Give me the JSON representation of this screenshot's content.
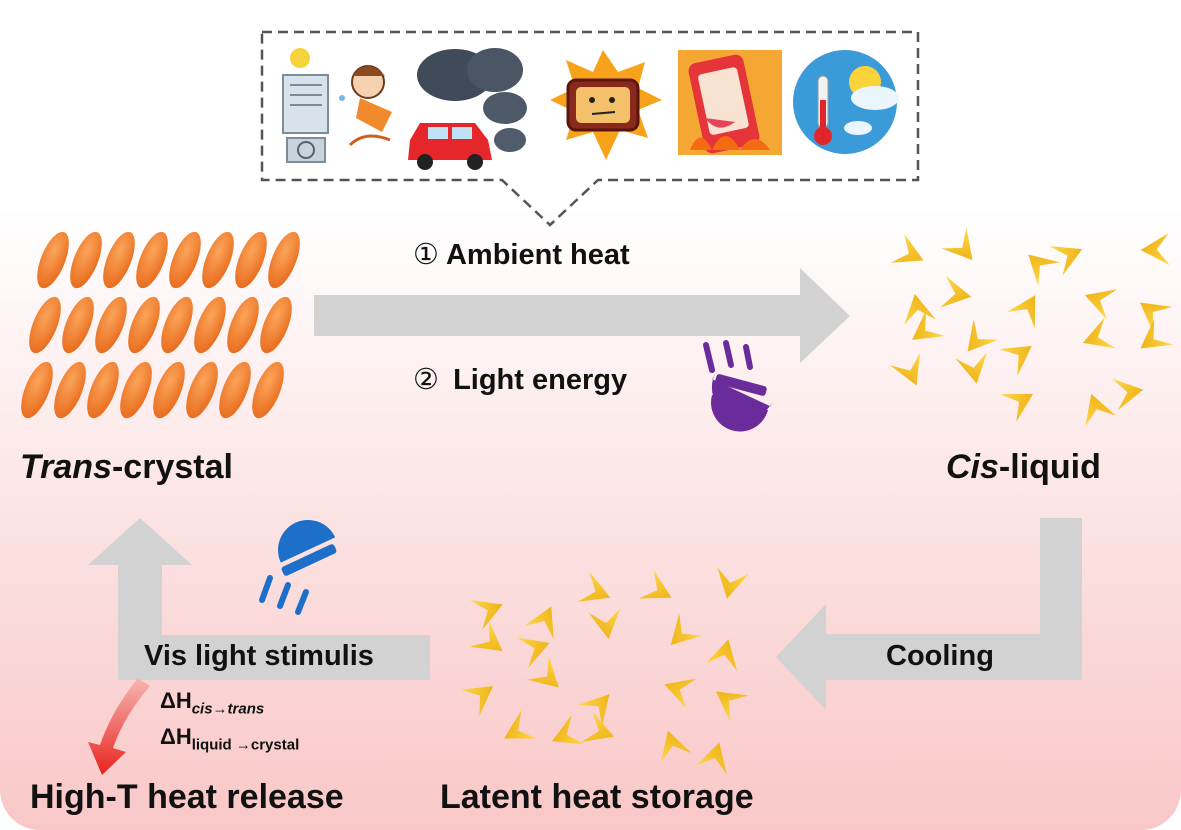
{
  "labels": {
    "ambient_num": "①",
    "ambient_text": "Ambient heat",
    "light_num": "②",
    "light_text": "Light energy",
    "trans_italic": "Trans",
    "trans_rest": "-crystal",
    "cis_italic": "Cis",
    "cis_rest": "-liquid",
    "cooling": "Cooling",
    "vis_light": "Vis light stimulis",
    "dh1_delta": "ΔH",
    "dh1_sub": "cis→trans",
    "dh2_delta": "ΔH",
    "dh2_sub": "liquid →crystal",
    "high_t": "High-T heat release",
    "latent": "Latent heat storage"
  },
  "colors": {
    "background_top": "#ffffff",
    "background_bottom": "#f9c7c7",
    "arrow_gray": "#d2d2d2",
    "trans_orange": "#f0782a",
    "cis_yellow": "#f2c21b",
    "uv_purple": "#6a2c9a",
    "vis_blue": "#1e6fc9",
    "release_red": "#e8231c"
  },
  "icons": [
    "air-conditioner-icon",
    "sweating-person-icon",
    "car-exhaust-icon",
    "hot-tv-icon",
    "hot-phone-icon",
    "thermometer-sun-icon",
    "uv-lamp-icon",
    "visible-lamp-icon"
  ]
}
